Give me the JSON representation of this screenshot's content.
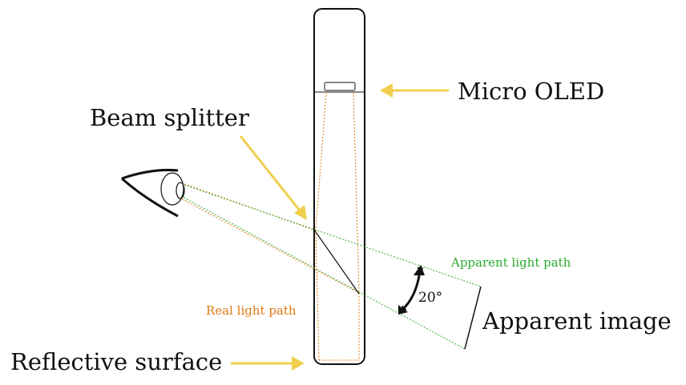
{
  "labels": {
    "micro_oled": "Micro OLED",
    "beam_splitter": "Beam splitter",
    "reflective_surface": "Reflective surface",
    "apparent_image": "Apparent image",
    "apparent_light_path": "Apparent light path",
    "real_light_path": "Real light path",
    "angle": "20°"
  },
  "colors": {
    "arrow": "#f0cf4f",
    "apparent_path": "#2eaa2e",
    "real_path": "#e07a10",
    "outline": "#111111"
  }
}
